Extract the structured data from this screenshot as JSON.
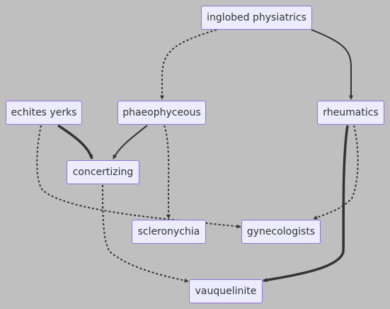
{
  "nodes": {
    "inglobed_physiatrics": "inglobed physiatrics",
    "echites_yerks": "echites yerks",
    "phaeophyceous": "phaeophyceous",
    "rheumatics": "rheumatics",
    "concertizing": "concertizing",
    "scleronychia": "scleronychia",
    "gynecologists": "gynecologists",
    "vauquelinite": "vauquelinite"
  },
  "edges": [
    {
      "from": "inglobed_physiatrics",
      "to": "phaeophyceous",
      "style": "dotted"
    },
    {
      "from": "inglobed_physiatrics",
      "to": "rheumatics",
      "style": "solid"
    },
    {
      "from": "echites_yerks",
      "to": "concertizing",
      "style": "thick"
    },
    {
      "from": "echites_yerks",
      "to": "gynecologists",
      "style": "dotted"
    },
    {
      "from": "phaeophyceous",
      "to": "concertizing",
      "style": "solid"
    },
    {
      "from": "phaeophyceous",
      "to": "scleronychia",
      "style": "dotted"
    },
    {
      "from": "rheumatics",
      "to": "gynecologists",
      "style": "dotted"
    },
    {
      "from": "rheumatics",
      "to": "vauquelinite",
      "style": "thick"
    },
    {
      "from": "concertizing",
      "to": "vauquelinite",
      "style": "dotted"
    }
  ],
  "colors": {
    "background": "#bfbfbf",
    "node_fill": "#ececfe",
    "node_border": "#9370db",
    "edge": "#333333"
  }
}
